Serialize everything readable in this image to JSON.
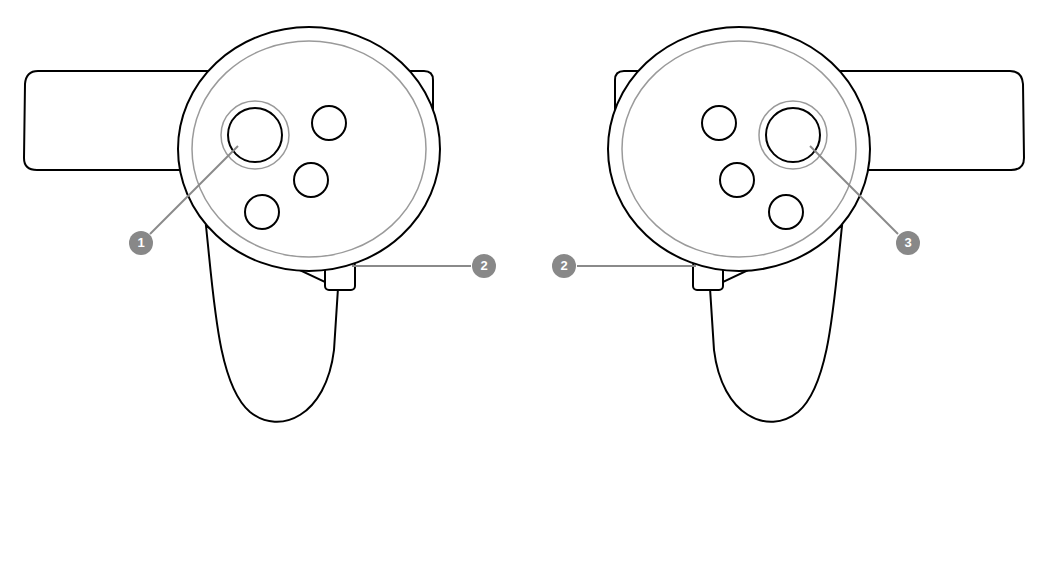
{
  "diagram": {
    "labels": [
      "1",
      "2",
      "2",
      "3"
    ]
  }
}
